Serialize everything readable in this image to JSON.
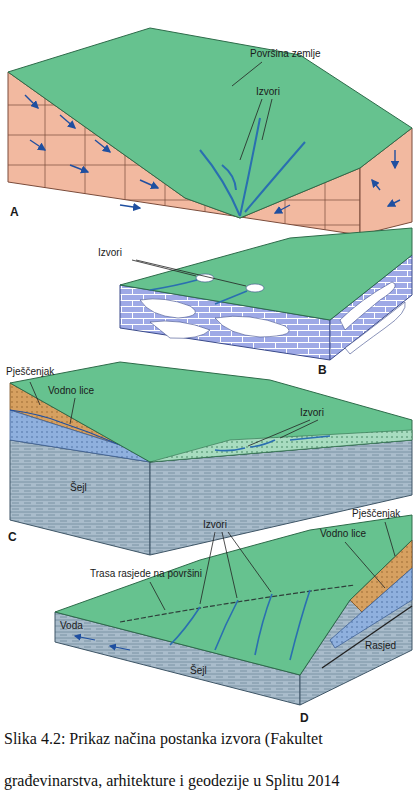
{
  "diagram": {
    "caption": "Slika 4.2: Prikaz načina postanka izvora (Fakultet građevinarstva, arhitekture i geodezije u Splitu 2014",
    "labels": [
      "Površina zemlje",
      "Izvori",
      "A",
      "Izvori",
      "B",
      "Pješčenjak",
      "Vodno lice",
      "Izvori",
      "C",
      "Šejl",
      "Izvori",
      "Pješčenjak",
      "Vodno lice",
      "Trasa rasjede na površini",
      "Voda",
      "D",
      "Rasjed",
      "Šejl"
    ]
  }
}
